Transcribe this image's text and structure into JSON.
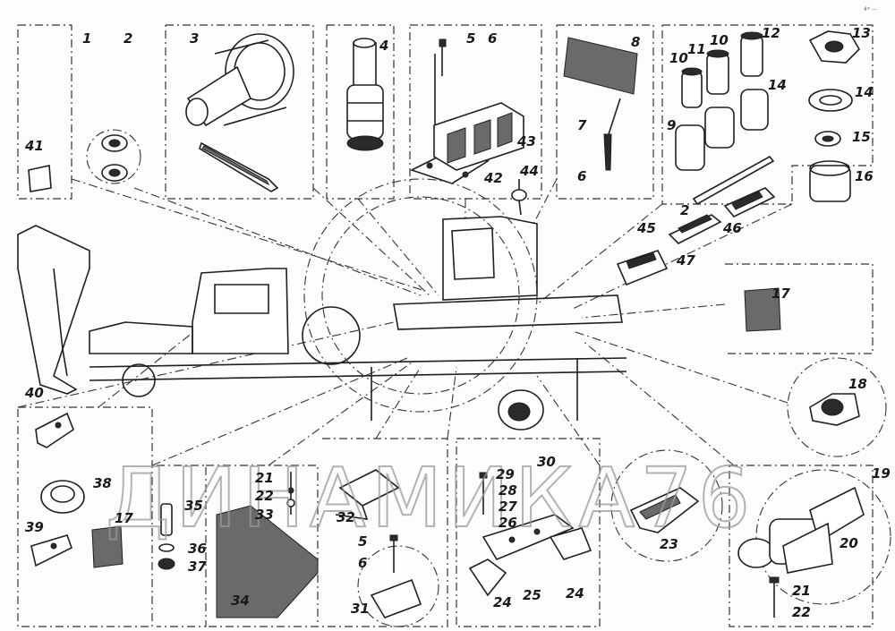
{
  "corner_mark": "4*  ---",
  "watermark": "ДИНАМИКА76",
  "callouts": [
    {
      "id": "c1",
      "text": "1"
    },
    {
      "id": "c2",
      "text": "2"
    },
    {
      "id": "c3",
      "text": "3"
    },
    {
      "id": "c4",
      "text": "4"
    },
    {
      "id": "c5a",
      "text": "5"
    },
    {
      "id": "c6a",
      "text": "6"
    },
    {
      "id": "c8",
      "text": "8"
    },
    {
      "id": "c7",
      "text": "7"
    },
    {
      "id": "c6b",
      "text": "6"
    },
    {
      "id": "c10a",
      "text": "10"
    },
    {
      "id": "c11",
      "text": "11"
    },
    {
      "id": "c10b",
      "text": "10"
    },
    {
      "id": "c12",
      "text": "12"
    },
    {
      "id": "c14a",
      "text": "14"
    },
    {
      "id": "c9",
      "text": "9"
    },
    {
      "id": "c13",
      "text": "13"
    },
    {
      "id": "c14b",
      "text": "14"
    },
    {
      "id": "c15",
      "text": "15"
    },
    {
      "id": "c16",
      "text": "16"
    },
    {
      "id": "c2b",
      "text": "2"
    },
    {
      "id": "c46",
      "text": "46"
    },
    {
      "id": "c45",
      "text": "45"
    },
    {
      "id": "c47",
      "text": "47"
    },
    {
      "id": "c43",
      "text": "43"
    },
    {
      "id": "c42",
      "text": "42"
    },
    {
      "id": "c44",
      "text": "44"
    },
    {
      "id": "c41",
      "text": "41"
    },
    {
      "id": "c17a",
      "text": "17"
    },
    {
      "id": "c18",
      "text": "18"
    },
    {
      "id": "c40",
      "text": "40"
    },
    {
      "id": "c19",
      "text": "19"
    },
    {
      "id": "c20",
      "text": "20"
    },
    {
      "id": "c21a",
      "text": "21"
    },
    {
      "id": "c22a",
      "text": "22"
    },
    {
      "id": "c38",
      "text": "38"
    },
    {
      "id": "c39",
      "text": "39"
    },
    {
      "id": "c17b",
      "text": "17"
    },
    {
      "id": "c35",
      "text": "35"
    },
    {
      "id": "c36",
      "text": "36"
    },
    {
      "id": "c37",
      "text": "37"
    },
    {
      "id": "c21b",
      "text": "21"
    },
    {
      "id": "c22b",
      "text": "22"
    },
    {
      "id": "c33",
      "text": "33"
    },
    {
      "id": "c34",
      "text": "34"
    },
    {
      "id": "c32",
      "text": "32"
    },
    {
      "id": "c5b",
      "text": "5"
    },
    {
      "id": "c6c",
      "text": "6"
    },
    {
      "id": "c31",
      "text": "31"
    },
    {
      "id": "c30",
      "text": "30"
    },
    {
      "id": "c29",
      "text": "29"
    },
    {
      "id": "c28",
      "text": "28"
    },
    {
      "id": "c27",
      "text": "27"
    },
    {
      "id": "c26",
      "text": "26"
    },
    {
      "id": "c25",
      "text": "25"
    },
    {
      "id": "c24a",
      "text": "24"
    },
    {
      "id": "c24b",
      "text": "24"
    },
    {
      "id": "c23",
      "text": "23"
    },
    {
      "id": "c21c",
      "text": "21"
    },
    {
      "id": "c22c",
      "text": "22"
    }
  ]
}
